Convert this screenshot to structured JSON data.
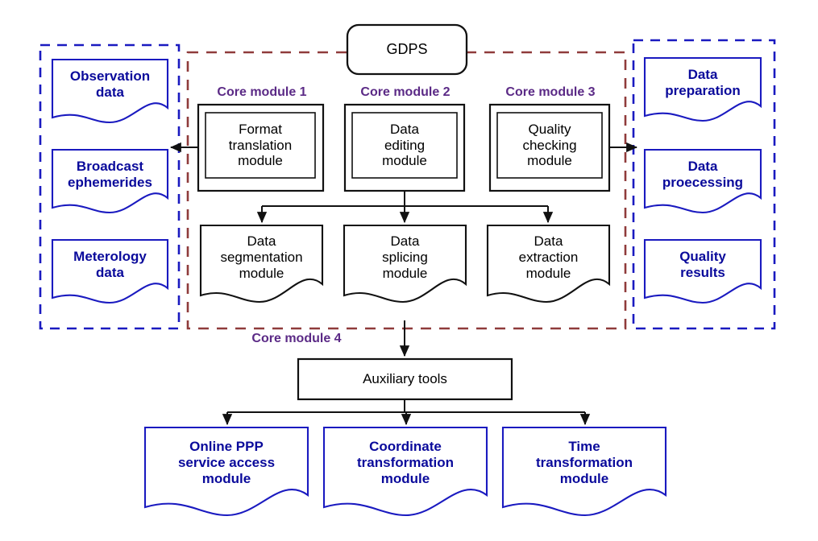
{
  "diagram": {
    "title": "GDPS",
    "root": {
      "label": "GDPS"
    },
    "colors": {
      "input_box_border": "#1a1ac0",
      "output_box_border": "#1a1ac0",
      "core_region_border": "#8f3b3b",
      "doc_blue": "#0a0a9b",
      "doc_black": "#000000",
      "core_label_purple": "#5b2a86",
      "background": "#ffffff"
    },
    "regions": {
      "inputs": {
        "name": "input-data-group",
        "border_style": "dashed",
        "border_color": "#1a1ac0"
      },
      "core": {
        "name": "gdps-core-group",
        "border_style": "dashed",
        "border_color": "#8f3b3b"
      },
      "outputs": {
        "name": "output-results-group",
        "border_style": "dashed",
        "border_color": "#1a1ac0"
      }
    },
    "inputs": [
      {
        "label": "Observation\ndata"
      },
      {
        "label": "Broadcast\nephemerides"
      },
      {
        "label": "Meterology\ndata"
      }
    ],
    "outputs": [
      {
        "label": "Data\npreparation"
      },
      {
        "label": "Data\nproecessing"
      },
      {
        "label": "Quality\nresults"
      }
    ],
    "core_modules": [
      {
        "tag": "Core module 1",
        "label": "Format\ntranslation\nmodule"
      },
      {
        "tag": "Core module 2",
        "label": "Data\nediting\nmodule"
      },
      {
        "tag": "Core module 3",
        "label": "Quality\nchecking\nmodule"
      }
    ],
    "core_documents": [
      {
        "label": "Data\nsegmentation\nmodule"
      },
      {
        "label": "Data\nsplicing\nmodule"
      },
      {
        "label": "Data\nextraction\nmodule"
      }
    ],
    "auxiliary": {
      "tag": "Core module 4",
      "label": "Auxiliary tools"
    },
    "tools": [
      {
        "label": "Online PPP\nservice access\nmodule"
      },
      {
        "label": "Coordinate\ntransformation\nmodule"
      },
      {
        "label": "Time\ntransformation\nmodule"
      }
    ]
  }
}
